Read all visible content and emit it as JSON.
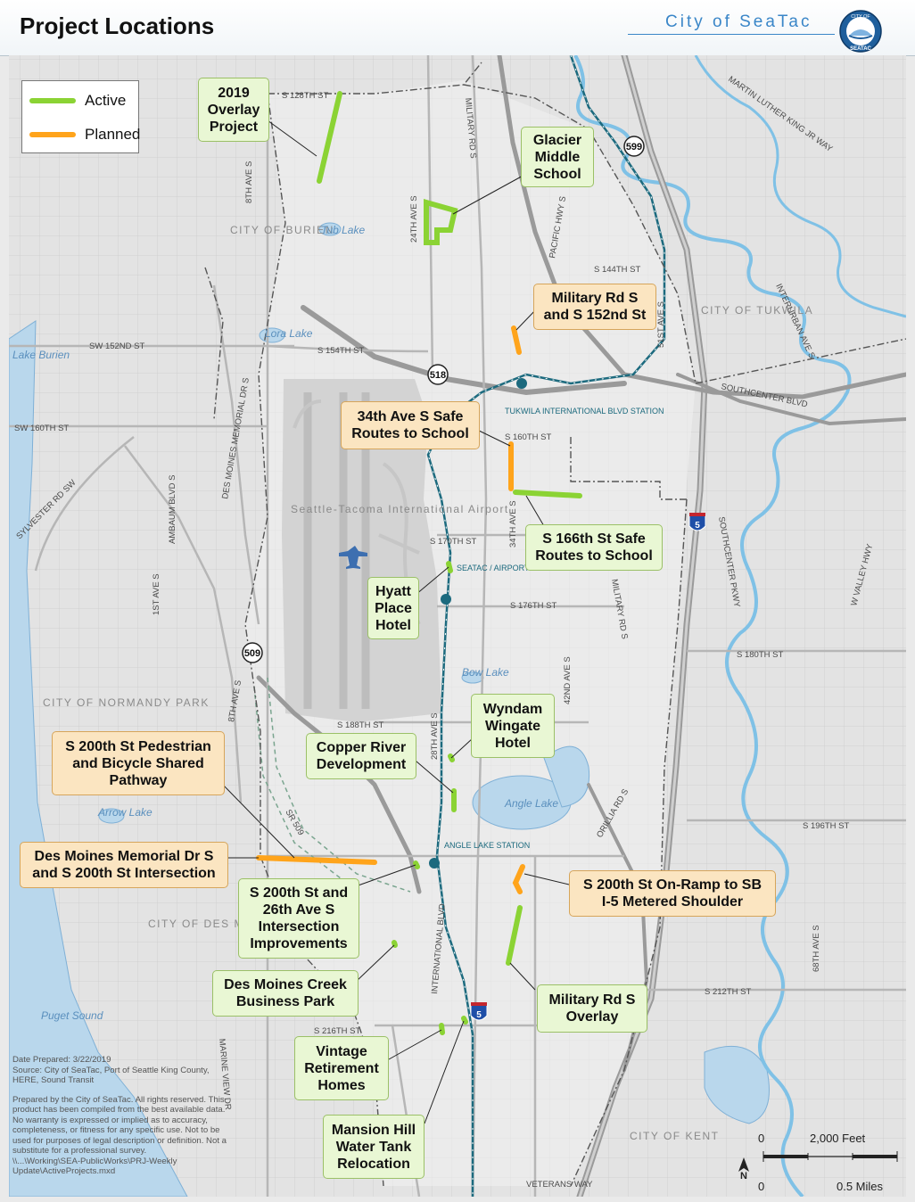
{
  "header": {
    "title": "Project Locations",
    "brand": "City of SeaTac",
    "seal_top": "CITY OF",
    "seal_bottom": "SEATAC"
  },
  "legend": {
    "active_label": "Active",
    "planned_label": "Planned",
    "active_color": "#8bd334",
    "planned_color": "#ffa41b"
  },
  "projects": [
    {
      "name": "2019 Overlay Project",
      "status": "active"
    },
    {
      "name": "Glacier Middle School",
      "status": "active"
    },
    {
      "name": "Military Rd S and S 152nd St",
      "status": "planned"
    },
    {
      "name": "34th Ave S Safe Routes to School",
      "status": "planned"
    },
    {
      "name": "S 166th St Safe Routes to School",
      "status": "active"
    },
    {
      "name": "Hyatt Place Hotel",
      "status": "active"
    },
    {
      "name": "Wyndam Wingate Hotel",
      "status": "active"
    },
    {
      "name": "Copper River Development",
      "status": "active"
    },
    {
      "name": "S 200th St Pedestrian and Bicycle Shared Pathway",
      "status": "planned"
    },
    {
      "name": "Des Moines Memorial Dr S and S 200th St Intersection",
      "status": "planned"
    },
    {
      "name": "S 200th St and 26th Ave S Intersection Improvements",
      "status": "active"
    },
    {
      "name": "S 200th St On-Ramp to SB I-5 Metered Shoulder",
      "status": "planned"
    },
    {
      "name": "Des Moines Creek Business Park",
      "status": "active"
    },
    {
      "name": "Military Rd S Overlay",
      "status": "active"
    },
    {
      "name": "Vintage Retirement Homes",
      "status": "active"
    },
    {
      "name": "Mansion Hill Water Tank Relocation",
      "status": "active"
    }
  ],
  "callouts": {
    "overlay_2019": "2019 Overlay Project",
    "glacier": "Glacier Middle School",
    "military_152": "Military Rd S and S 152nd St",
    "ave34_srts": "34th Ave S Safe Routes to School",
    "s166_srts": "S 166th St Safe Routes to School",
    "hyatt": "Hyatt Place Hotel",
    "wyndam": "Wyndam Wingate Hotel",
    "copper": "Copper River Development",
    "s200_path": "S 200th St Pedestrian and Bicycle Shared Pathway",
    "desmoines_int": "Des Moines Memorial Dr S and S 200th St Intersection",
    "s200_26th": "S 200th St and 26th Ave S Intersection Improvements",
    "onramp": "S 200th St On-Ramp to SB I-5 Metered Shoulder",
    "dm_creek": "Des Moines Creek Business Park",
    "military_overlay": "Military Rd S Overlay",
    "vintage": "Vintage Retirement Homes",
    "mansion": "Mansion Hill Water Tank Relocation"
  },
  "places": {
    "burien": "CITY OF BURIEN",
    "tukwila": "CITY OF TUKWILA",
    "normandy": "CITY OF NORMANDY PARK",
    "des_moines": "CITY OF DES MOINES",
    "kent": "CITY OF KENT",
    "airport": "Seattle-Tacoma International Airport",
    "tub_lake": "Tub Lake",
    "lora_lake": "Lora Lake",
    "lake_burien": "Lake Burien",
    "bow_lake": "Bow Lake",
    "angle_lake": "Angle Lake",
    "arrow_lake": "Arrow Lake",
    "puget_sound": "Puget Sound",
    "tukwila_station": "TUKWILA INTERNATIONAL BLVD STATION",
    "seatac_station": "SEATAC / AIRPORT STATION",
    "angle_station": "ANGLE LAKE STATION"
  },
  "streets": {
    "s128": "S 128TH ST",
    "s144": "S 144TH ST",
    "s154": "S 154TH ST",
    "sw152": "SW 152ND ST",
    "sw160": "SW 160TH ST",
    "s160": "S 160TH ST",
    "s170": "S 170TH ST",
    "s176": "S 176TH ST",
    "s180": "S 180TH ST",
    "s188": "S 188TH ST",
    "s196": "S 196TH ST",
    "s212": "S 212TH ST",
    "s216": "S 216TH ST",
    "mlk": "MARTIN LUTHER KING JR WAY",
    "southcenter": "SOUTHCENTER BLVD",
    "interurban": "INTERURBAN AVE S",
    "military": "MILITARY RD S",
    "military2": "MILITARY RD S",
    "pacific": "PACIFIC HWY S",
    "ave51": "51ST AVE S",
    "ave24": "24TH AVE S",
    "ave34": "34TH AVE S",
    "ave42": "42ND AVE S",
    "ave28": "28TH AVE S",
    "ave8": "8TH AVE S",
    "ave8b": "8TH AVE S",
    "dmm": "DES MOINES MEMORIAL DR S",
    "ambaum": "AMBAUM BLVD S",
    "ave1": "1ST AVE S",
    "sylvester": "SYLVESTER RD SW",
    "southcenter_pkwy": "SOUTHCENTER PKWY",
    "westvalley": "W VALLEY HWY",
    "orillia": "ORILLIA RD S",
    "intl_blvd": "INTERNATIONAL BLVD",
    "marine": "MARINE VIEW DR",
    "ave68": "68TH AVE S",
    "veterans": "VETERANS WAY",
    "sr509": "SR 509"
  },
  "shields": {
    "sr599": "599",
    "sr518": "518",
    "sr509": "509",
    "i5a": "5",
    "i5b": "5"
  },
  "notes": {
    "date": "Date Prepared: 3/22/2019",
    "source": "Source: City of SeaTac, Port of Seattle King County, HERE, Sound Transit",
    "disclaimer": "Prepared by the City of SeaTac. All rights reserved. This product has been compiled from the best available data. No warranty is expressed or implied as to accuracy, completeness, or fitness for any specific use. Not to be used for purposes of legal description or definition. Not a substitute for a professional survey.",
    "path": "\\\\...\\Working\\SEA-PublicWorks\\PRJ-Weekly Update\\ActiveProjects.mxd"
  },
  "scale": {
    "feet_zero": "0",
    "feet_label": "2,000 Feet",
    "miles_zero": "0",
    "miles_label": "0.5 Miles",
    "north": "N"
  }
}
